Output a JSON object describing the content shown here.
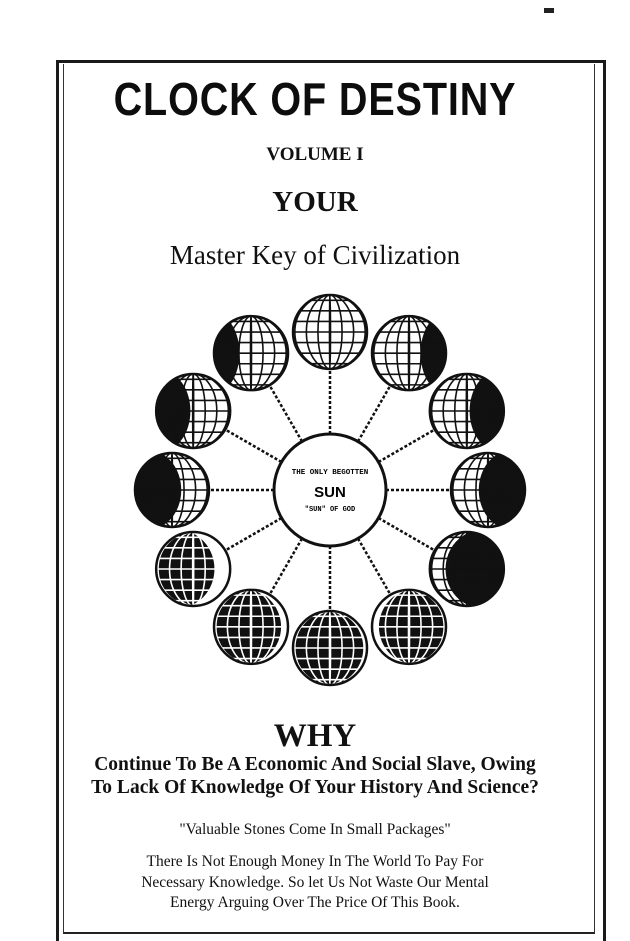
{
  "cover": {
    "title": "CLOCK OF DESTINY",
    "volume": "VOLUME I",
    "your": "YOUR",
    "subtitle": "Master Key of Civilization"
  },
  "illustration": {
    "center_top": "THE ONLY BEGOTTEN",
    "center_main": "SUN",
    "center_bottom": "\"SUN\" OF GOD",
    "globe_count": 12
  },
  "text": {
    "why": "WHY",
    "question_line1": "Continue To Be A Economic And Social Slave, Owing",
    "question_line2": "To Lack Of Knowledge Of Your History And Science?",
    "motto": "\"Valuable Stones Come In Small Packages\"",
    "body_line1": "There Is Not Enough Money In The World To Pay For",
    "body_line2": "Necessary Knowledge.  So let Us Not Waste Our Mental",
    "body_line3": "Energy Arguing Over The Price Of This Book."
  }
}
